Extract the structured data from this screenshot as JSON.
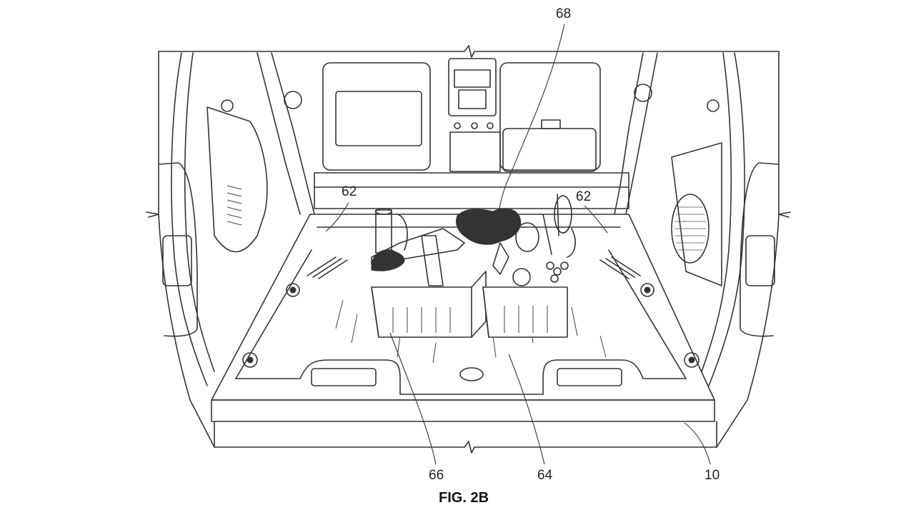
{
  "figure": {
    "caption": "FIG. 2B",
    "labels": {
      "ref_68": "68",
      "ref_62_left": "62",
      "ref_62_right": "62",
      "ref_66": "66",
      "ref_64": "64",
      "ref_10": "10"
    }
  }
}
